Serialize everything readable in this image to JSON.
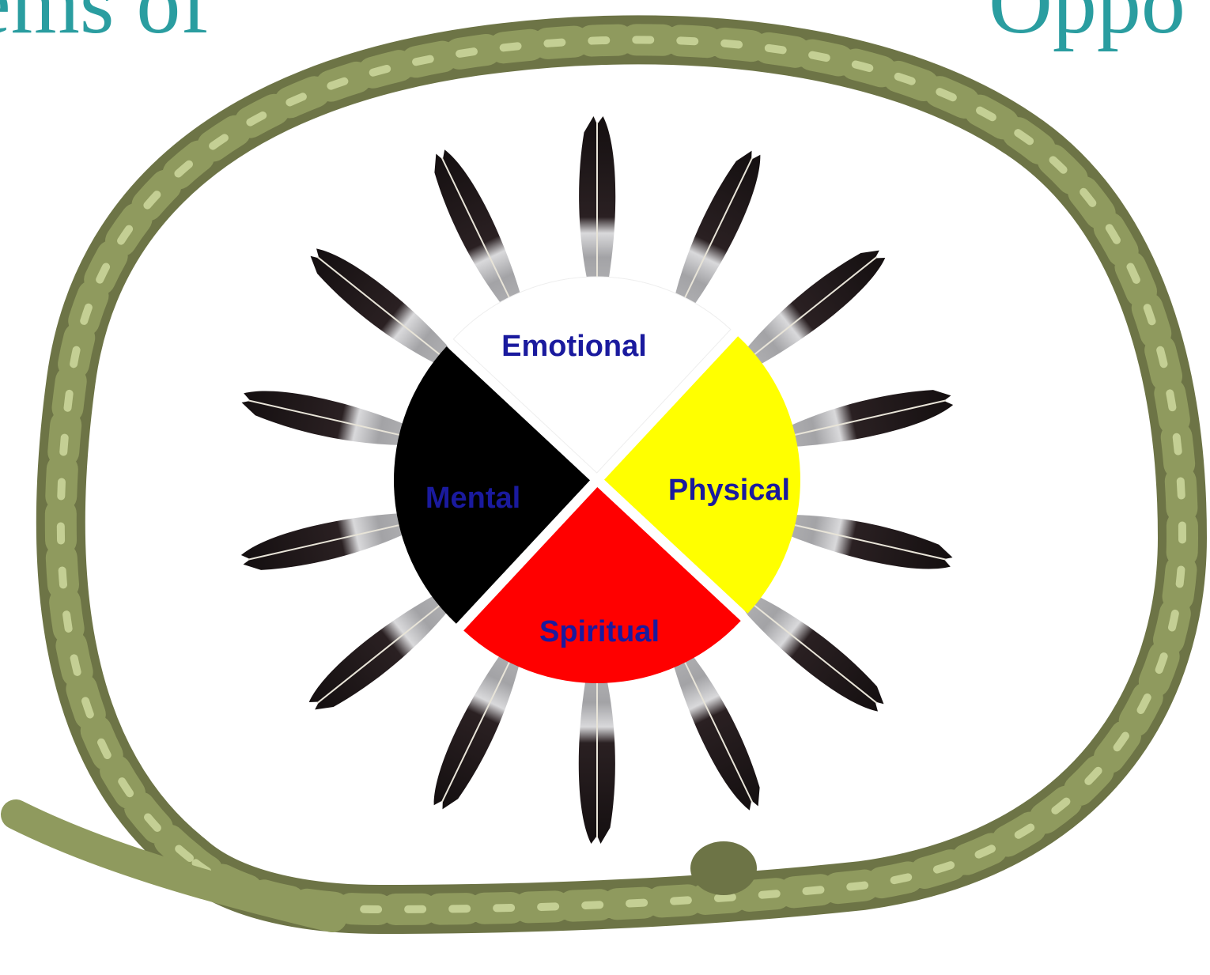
{
  "header_fragments": {
    "left": "ems of",
    "right": "Oppo"
  },
  "wheel": {
    "quadrants": [
      {
        "id": "emotional",
        "label": "Emotional",
        "color": "#ffffff"
      },
      {
        "id": "physical",
        "label": "Physical",
        "color": "#ffff00"
      },
      {
        "id": "spiritual",
        "label": "Spiritual",
        "color": "#ff0000"
      },
      {
        "id": "mental",
        "label": "Mental",
        "color": "#000000"
      }
    ],
    "label_color": "#1a1a9e",
    "feather_count": 14
  },
  "colors": {
    "title": "#2a9da0",
    "braid_dark": "#6d7446",
    "braid_mid": "#8f9a5e",
    "braid_light": "#c4cf94",
    "feather_dark": "#1c1516",
    "feather_light": "#a9a9ab"
  },
  "icons": {
    "feather": "feather-icon",
    "braid": "sweetgrass-braid-icon"
  }
}
